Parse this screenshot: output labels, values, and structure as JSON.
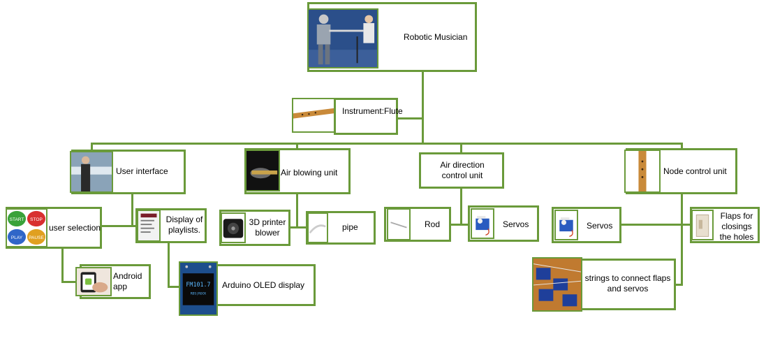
{
  "root": {
    "label": "Robotic Musician"
  },
  "instrument": {
    "label": "Instrument:Flute"
  },
  "branches": {
    "user_interface": {
      "label": "User interface"
    },
    "air_blowing": {
      "label": "Air blowing unit"
    },
    "air_direction": {
      "label": "Air direction control unit"
    },
    "node_control": {
      "label": "Node control unit"
    }
  },
  "leaves": {
    "user_selection": "user selection",
    "playlists": "Display of playlists.",
    "android_app": "Android app",
    "oled": "Arduino OLED display",
    "blower": "3D printer blower",
    "pipe": "pipe",
    "rod": "Rod",
    "servos_air": "Servos",
    "servos_node": "Servos",
    "flaps": "Flaps for closings the holes",
    "strings": "strings to connect flaps and servos"
  },
  "buttons": [
    "START",
    "STOP",
    "PLAY",
    "PAUSE"
  ],
  "oled_text": {
    "freq": "FM101.7",
    "line2": "RDS|ROCK"
  },
  "colors": {
    "accent": "#6a9a3a"
  }
}
